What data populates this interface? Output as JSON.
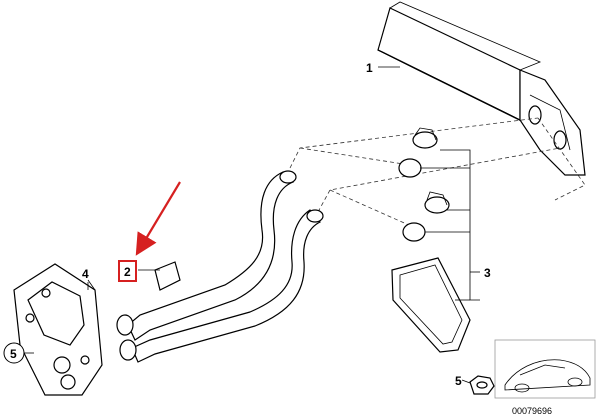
{
  "callouts": {
    "heater_core": "1",
    "heater_pipe": "2",
    "hose_clamps": "3",
    "flange_plate": "4",
    "nut_left": "5",
    "nut_thumb": "5"
  },
  "reference_number": "00079696",
  "colors": {
    "highlight": "#d62020",
    "line": "#000000",
    "background": "#ffffff"
  }
}
